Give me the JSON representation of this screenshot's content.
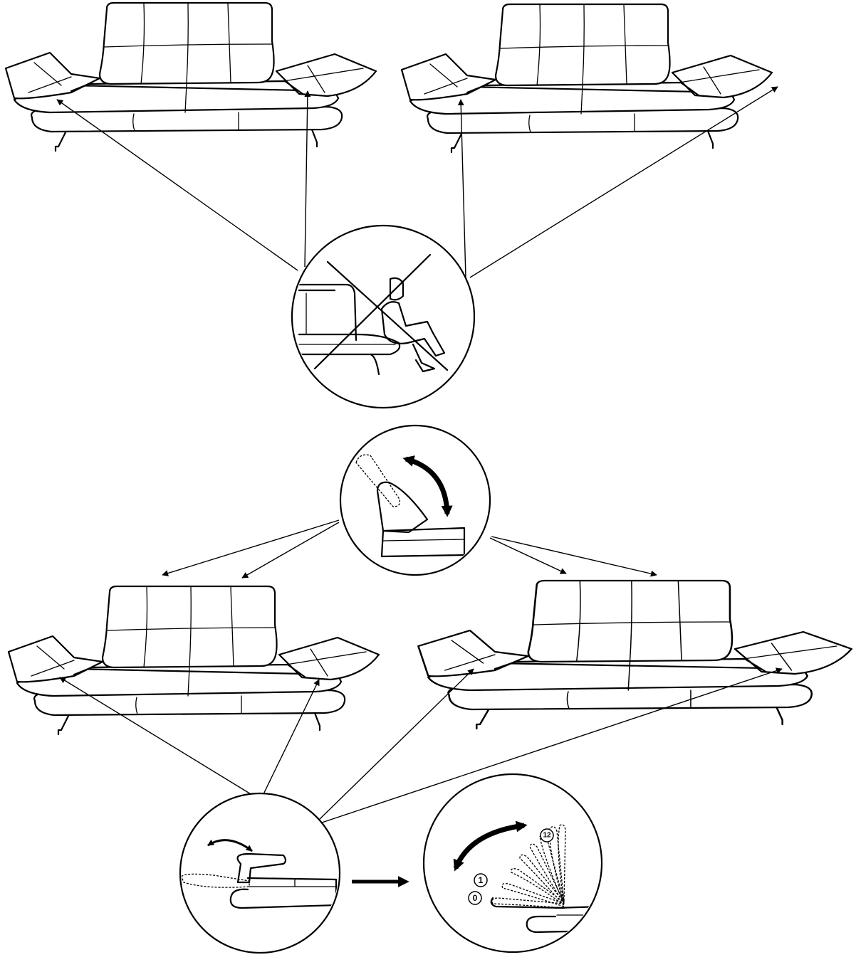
{
  "position_labels": {
    "start": "0",
    "first": "1",
    "last": "12"
  }
}
